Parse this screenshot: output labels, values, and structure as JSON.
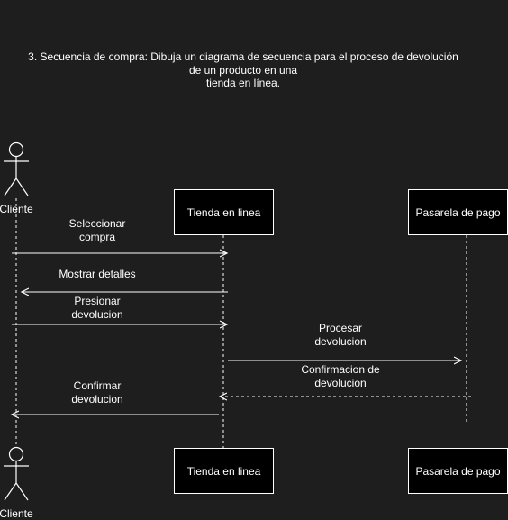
{
  "title": {
    "line1": "3. Secuencia de compra: Dibuja un diagrama de secuencia para el proceso de devolución",
    "line2": "de un producto en una",
    "line3": "tienda en línea."
  },
  "actors": {
    "client": "Cliente",
    "store": "Tienda en linea",
    "payment": "Pasarela de pago"
  },
  "messages": {
    "m1": {
      "line1": "Seleccionar",
      "line2": "compra"
    },
    "m2": {
      "line1": "Mostrar detalles"
    },
    "m3": {
      "line1": "Presionar",
      "line2": "devolucion"
    },
    "m4": {
      "line1": "Procesar",
      "line2": "devolucion"
    },
    "m5": {
      "line1": "Confirmacion de",
      "line2": "devolucion"
    },
    "m6": {
      "line1": "Confirmar",
      "line2": "devolucion"
    }
  },
  "colors": {
    "background": "#1e1e1e",
    "stroke": "#ffffff",
    "box_fill": "#000000"
  }
}
